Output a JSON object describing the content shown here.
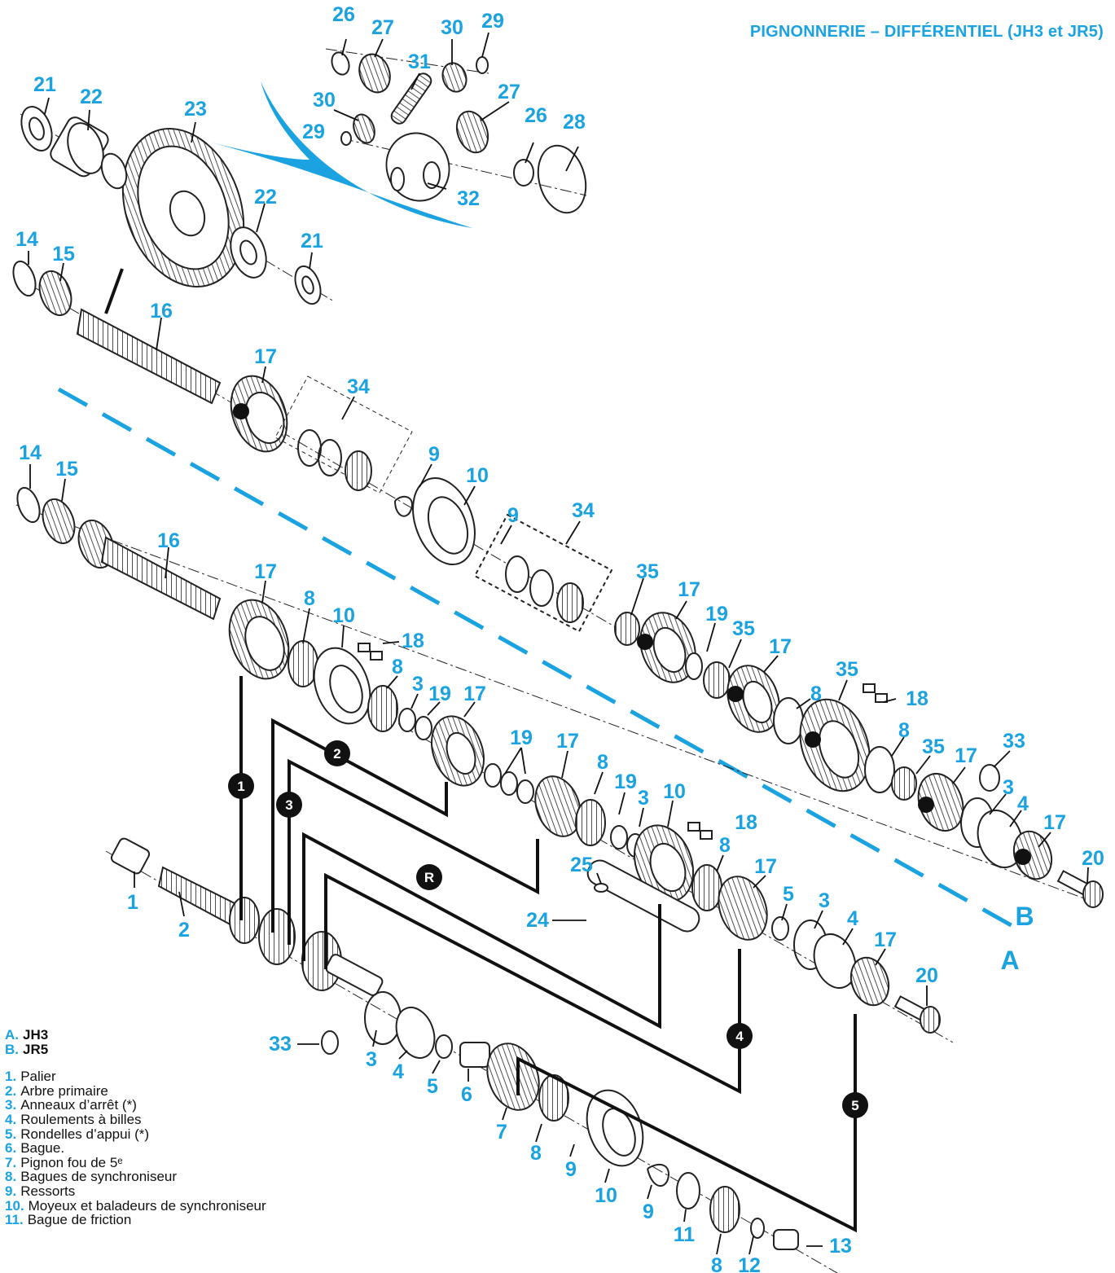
{
  "title": "PIGNONNERIE – DIFFÉRENTIEL (JH3 et JR5)",
  "variants": [
    {
      "key": "A.",
      "label": "JH3"
    },
    {
      "key": "B.",
      "label": "JR5"
    }
  ],
  "legend": [
    {
      "key": "1.",
      "text": "Palier"
    },
    {
      "key": "2.",
      "text": "Arbre primaire"
    },
    {
      "key": "3.",
      "text": "Anneaux d’arrêt (*)"
    },
    {
      "key": "4.",
      "text": "Roulements à billes"
    },
    {
      "key": "5.",
      "text": "Rondelles d’appui (*)"
    },
    {
      "key": "6.",
      "text": "Bague."
    },
    {
      "key": "7.",
      "text": "Pignon fou de 5ᵉ"
    },
    {
      "key": "8.",
      "text": "Bagues de synchroniseur"
    },
    {
      "key": "9.",
      "text": "Ressorts"
    },
    {
      "key": "10.",
      "text": "Moyeux et baladeurs de synchroniseur"
    },
    {
      "key": "11.",
      "text": "Bague de friction"
    }
  ],
  "section_labels": {
    "A": "A",
    "B": "B"
  },
  "gear_markers": [
    "1",
    "2",
    "3",
    "R",
    "4",
    "5"
  ],
  "callouts_diff": [
    "26",
    "27",
    "30",
    "29",
    "31",
    "30",
    "27",
    "26",
    "28",
    "29",
    "32",
    "21",
    "22",
    "23",
    "22",
    "21",
    "14",
    "15",
    "16"
  ],
  "callouts_B": [
    "17",
    "34",
    "9",
    "10",
    "9",
    "34",
    "35",
    "17",
    "19",
    "35",
    "17",
    "8",
    "35",
    "18",
    "8",
    "35",
    "17",
    "33",
    "3",
    "4",
    "17",
    "20"
  ],
  "callouts_A": [
    "14",
    "15",
    "16",
    "17",
    "8",
    "10",
    "18",
    "8",
    "3",
    "19",
    "17",
    "19",
    "17",
    "8",
    "19",
    "3",
    "10",
    "18",
    "8",
    "17",
    "5",
    "3",
    "4",
    "17",
    "20",
    "25",
    "24",
    "1",
    "2",
    "33",
    "3",
    "4",
    "5",
    "6",
    "7",
    "8",
    "9",
    "10",
    "9",
    "11",
    "8",
    "12",
    "13",
    "3"
  ],
  "colors": {
    "accent": "#1aa3e0",
    "ink": "#111111"
  }
}
